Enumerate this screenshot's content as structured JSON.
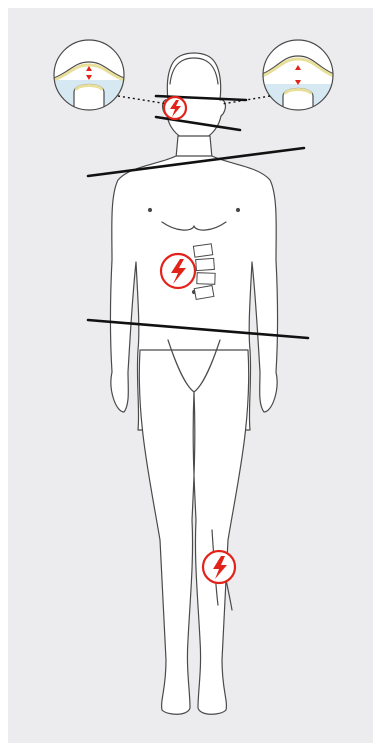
{
  "figure": {
    "background_color": "#ECECEE",
    "outline_color": "#4A4A4A",
    "body_fill": "#FFFFFF",
    "balance_line_color": "#111111",
    "marker_color": "#E2231A",
    "joint_fill": "#D6E8F1",
    "cartilage_color": "#E8DF9A"
  },
  "markers": [
    {
      "name": "jaw-pain-marker",
      "icon": "lightning-icon"
    },
    {
      "name": "spine-pain-marker",
      "icon": "lightning-icon"
    },
    {
      "name": "knee-pain-marker",
      "icon": "lightning-icon"
    }
  ],
  "insets": [
    {
      "name": "jaw-joint-inset-left",
      "state": "narrowed joint gap"
    },
    {
      "name": "jaw-joint-inset-right",
      "state": "widened joint gap"
    }
  ],
  "lines": [
    {
      "name": "eye-level-line",
      "slope": "tilted"
    },
    {
      "name": "jaw-level-line",
      "slope": "tilted"
    },
    {
      "name": "shoulder-level-line",
      "slope": "tilted"
    },
    {
      "name": "pelvis-level-line",
      "slope": "tilted"
    }
  ]
}
